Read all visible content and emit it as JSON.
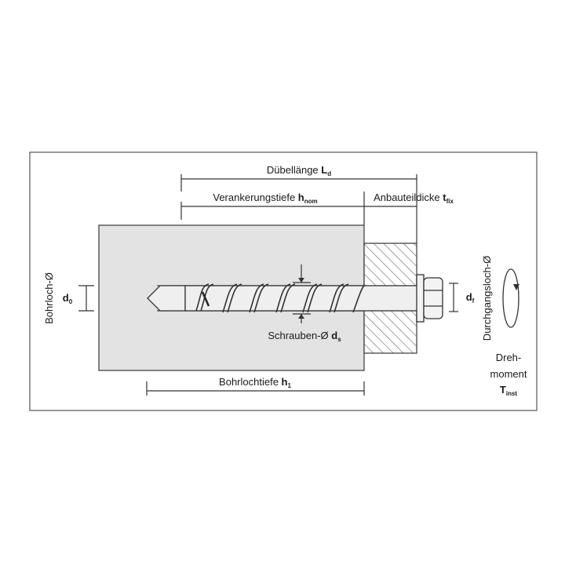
{
  "labels": {
    "duebellaenge": {
      "text": "Dübellänge ",
      "sym": "L",
      "sub": "d"
    },
    "verankerungstiefe": {
      "text": "Verankerungstiefe ",
      "sym": "h",
      "sub": "nom"
    },
    "anbauteildicke": {
      "text": "Anbauteildicke ",
      "sym": "t",
      "sub": "fix"
    },
    "bohrloch": {
      "text": "Bohrloch-Ø"
    },
    "d0": {
      "sym": "d",
      "sub": "0"
    },
    "schrauben": {
      "text": "Schrauben-Ø ",
      "sym": "d",
      "sub": "s"
    },
    "bohrlochtiefe": {
      "text": "Bohrlochtiefe ",
      "sym": "h",
      "sub": "1"
    },
    "durchgangsloch": {
      "text": "Durchgangsloch-Ø"
    },
    "df": {
      "sym": "d",
      "sub": "f"
    },
    "dreh": {
      "text": "Dreh-"
    },
    "moment": {
      "text": "moment"
    },
    "tinst": {
      "sym": "T",
      "sub": "inst"
    }
  },
  "colors": {
    "concrete": "#e3e3e3",
    "frame": "#555555",
    "line": "#333333",
    "screw": "#efefef"
  }
}
